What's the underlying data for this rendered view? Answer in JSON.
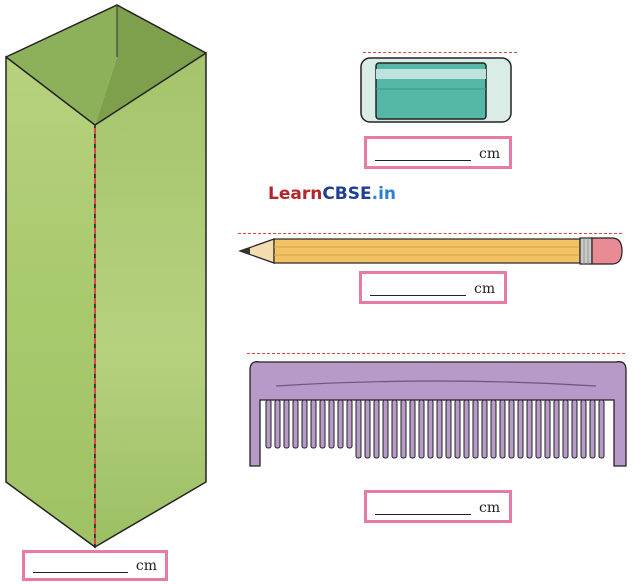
{
  "logo": {
    "part1": "Learn",
    "part2": "CBSE",
    "part3": ".in",
    "colors": {
      "part1": "#b3262a",
      "part2": "#1f3f93",
      "part3": "#2d7fd0"
    }
  },
  "answer_boxes": [
    {
      "id": "eraser",
      "blank": "_________",
      "unit": "cm"
    },
    {
      "id": "pencil",
      "blank": "_________",
      "unit": "cm"
    },
    {
      "id": "comb",
      "blank": "_________",
      "unit": "cm"
    },
    {
      "id": "box",
      "blank": "_________",
      "unit": "cm"
    }
  ],
  "colors": {
    "box_green": "#b3cf7a",
    "box_dark_green": "#8fb35a",
    "eraser_teal": "#55b7a6",
    "eraser_sleeve": "#d9ece6",
    "pencil_yellow": "#f2c265",
    "pencil_eraser": "#e98b94",
    "comb_purple": "#b79ac8",
    "answer_border": "#e87aa6",
    "dashed_red": "#e0453f"
  },
  "icons": [
    "eraser-icon",
    "pencil-icon",
    "comb-icon",
    "tall-box-icon"
  ]
}
